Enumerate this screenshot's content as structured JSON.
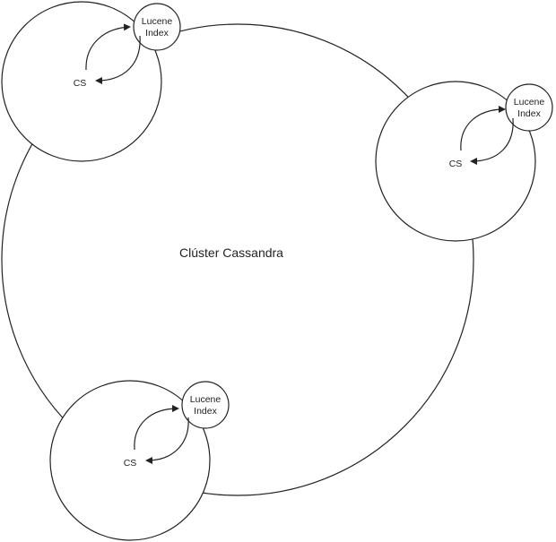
{
  "cluster": {
    "label": "Clúster Cassandra"
  },
  "nodes": [
    {
      "lucene_line1": "Lucene",
      "lucene_line2": "Index",
      "cs_label": "CS"
    },
    {
      "lucene_line1": "Lucene",
      "lucene_line2": "Index",
      "cs_label": "CS"
    },
    {
      "lucene_line1": "Lucene",
      "lucene_line2": "Index",
      "cs_label": "CS"
    }
  ],
  "colors": {
    "stroke": "#222222",
    "background": "#ffffff"
  }
}
